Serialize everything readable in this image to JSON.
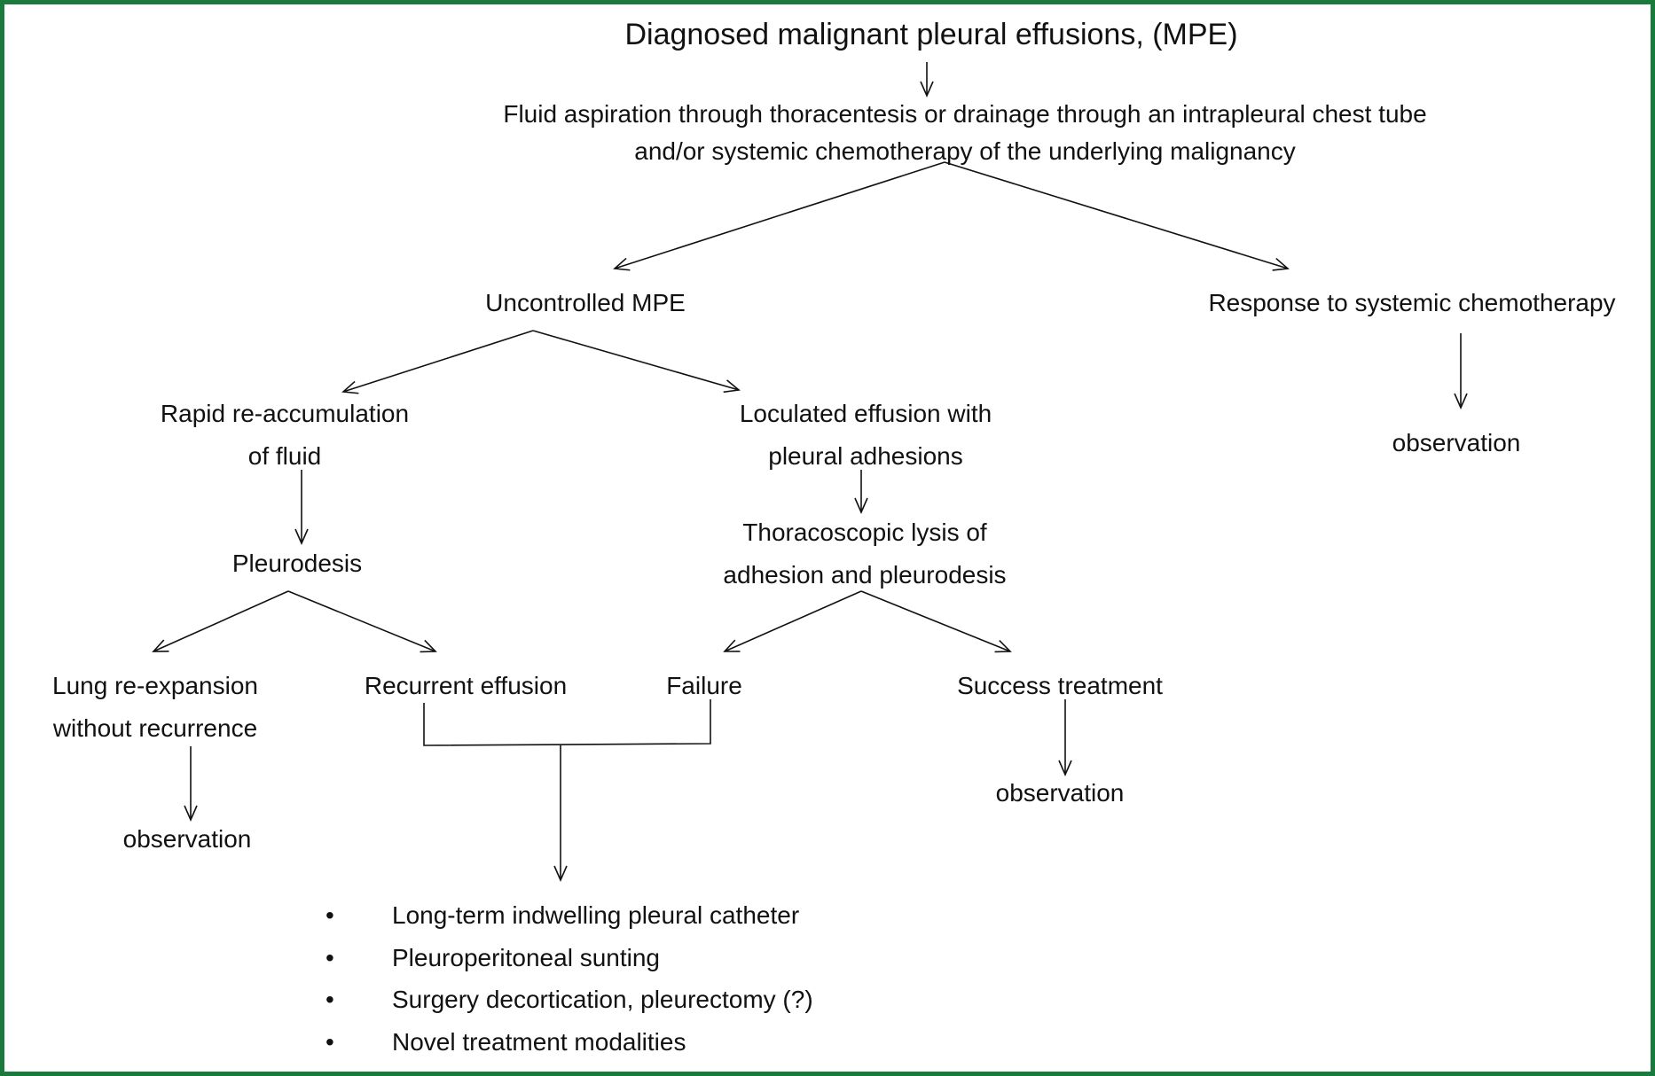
{
  "border_color": "#1a7a3c",
  "nodes": {
    "root": "Diagnosed malignant pleural effusions, (MPE)",
    "initial_line1": "Fluid aspiration through thoracentesis or drainage through an intrapleural chest tube",
    "initial_line2": "and/or systemic chemotherapy of the underlying malignancy",
    "uncontrolled": "Uncontrolled MPE",
    "response": "Response to systemic chemotherapy",
    "observation_response": "observation",
    "rapid_line1": "Rapid re-accumulation",
    "rapid_line2": "of fluid",
    "loculated_line1": "Loculated effusion with",
    "loculated_line2": "pleural adhesions",
    "pleurodesis": "Pleurodesis",
    "thoracoscopic_line1": "Thoracoscopic lysis of",
    "thoracoscopic_line2": "adhesion and pleurodesis",
    "lung_line1": "Lung re-expansion",
    "lung_line2": "without recurrence",
    "recurrent": "Recurrent effusion",
    "failure": "Failure",
    "success": "Success treatment",
    "observation_lung": "observation",
    "observation_success": "observation"
  },
  "options": [
    "Long-term indwelling pleural catheter",
    "Pleuroperitoneal sunting",
    "Surgery decortication, pleurectomy (?)",
    "Novel treatment modalities"
  ],
  "bullet_char": "•"
}
